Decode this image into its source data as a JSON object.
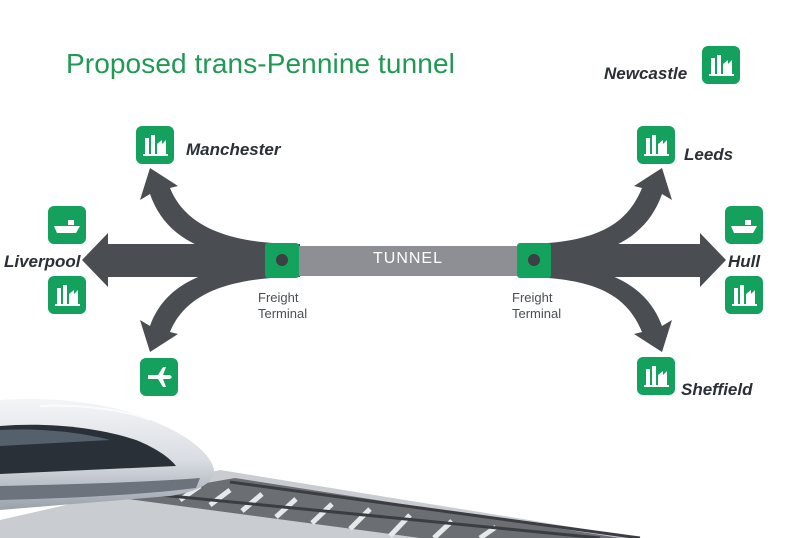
{
  "title": "Proposed trans-Pennine tunnel",
  "tunnel_label": "TUNNEL",
  "cities": {
    "newcastle": "Newcastle",
    "manchester": "Manchester",
    "leeds": "Leeds",
    "liverpool": "Liverpool",
    "hull": "Hull",
    "sheffield": "Sheffield"
  },
  "terminals": {
    "left": {
      "line1": "Freight",
      "line2": "Terminal"
    },
    "right": {
      "line1": "Freight",
      "line2": "Terminal"
    }
  },
  "colors": {
    "accent": "#1f9a55",
    "icon_bg": "#14a15e",
    "arrow": "#4a4d52",
    "tunnel": "#8d8f94",
    "terminal": "#13a35e"
  },
  "icons": [
    "factory-icon",
    "ship-icon",
    "airplane-icon",
    "train-image"
  ]
}
